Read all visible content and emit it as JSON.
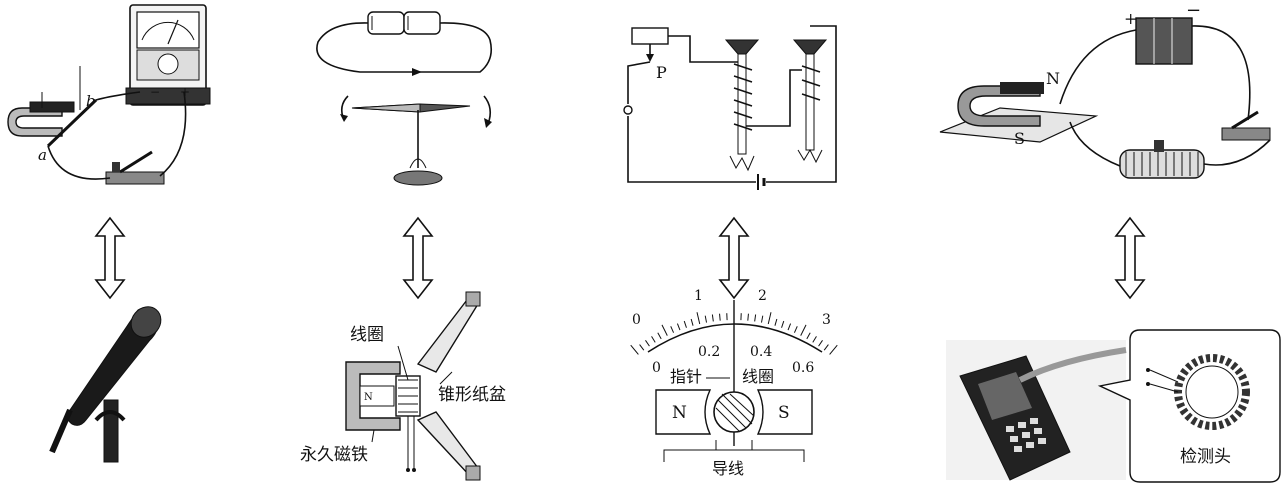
{
  "panel1": {
    "label_a": "a",
    "label_b": "b",
    "meter_minus": "−",
    "meter_plus": "+"
  },
  "panel2": {
    "label_coil": "线圈",
    "label_cone": "锥形纸盆",
    "label_magnet": "永久磁铁",
    "magnet_N": "N"
  },
  "panel3": {
    "label_P": "P",
    "scale_top": [
      "0",
      "1",
      "2",
      "3"
    ],
    "scale_bottom": [
      "0",
      "0.2",
      "0.4",
      "0.6"
    ],
    "label_needle": "指针",
    "label_coil": "线圈",
    "magnet_N": "N",
    "magnet_S": "S",
    "label_wire": "导线"
  },
  "panel4": {
    "label_N": "N",
    "label_S": "S",
    "battery_plus": "+",
    "battery_minus": "−",
    "label_probe": "检测头"
  }
}
